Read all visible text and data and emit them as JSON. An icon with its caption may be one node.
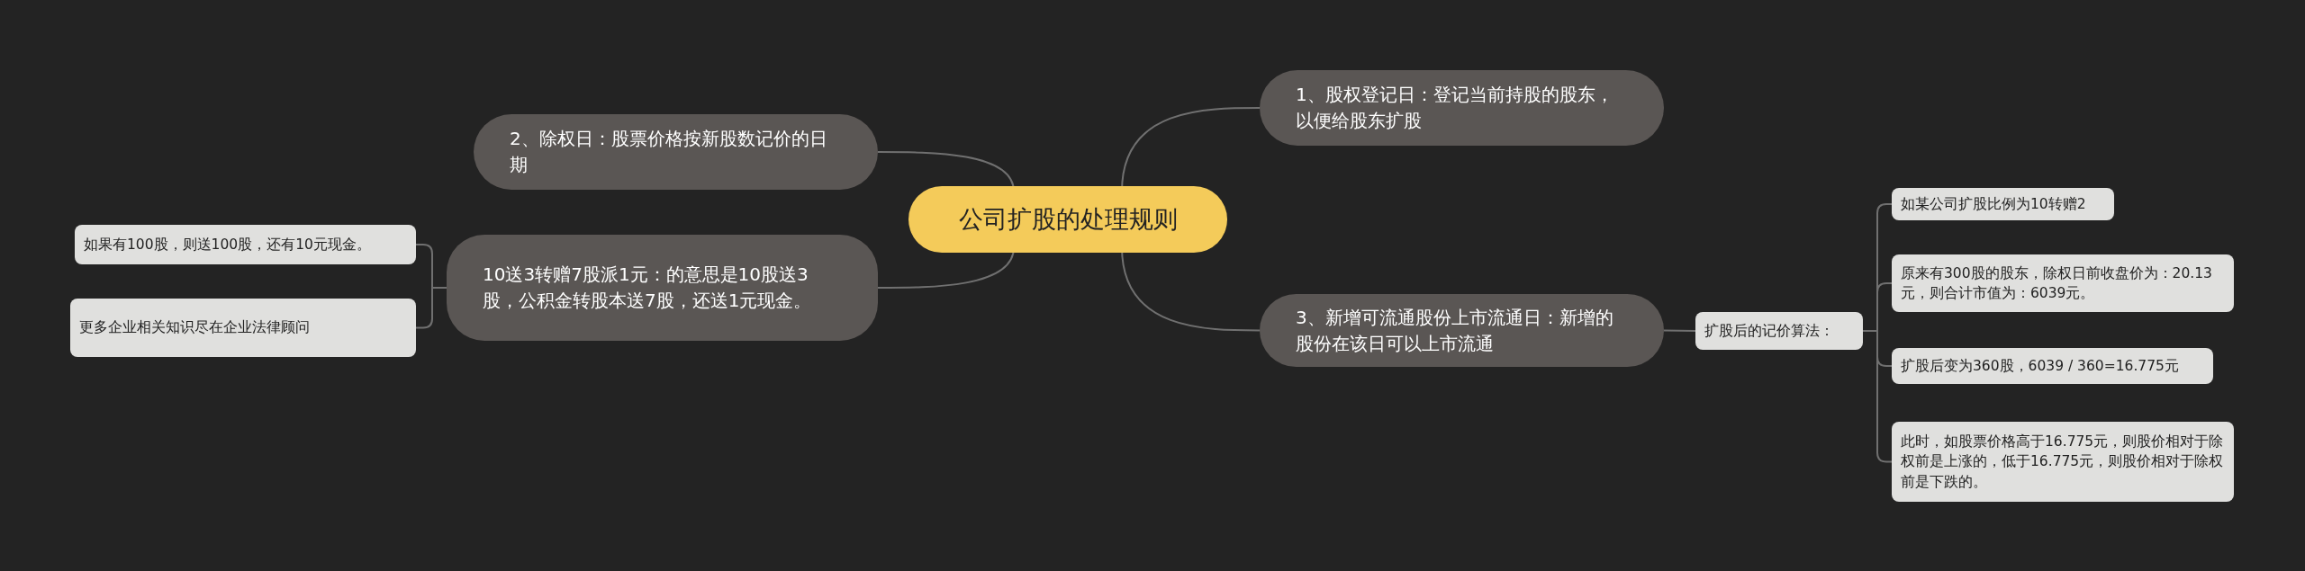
{
  "diagram": {
    "nodes": [
      {
        "text": [
          "公司扩股的处理规则"
        ]
      },
      {
        "text": [
          "1、股权登记日：登记当前持股的股东，以便给股东扩股"
        ]
      },
      {
        "text": [
          "2、除权日：股票价格按新股数记价的日期"
        ]
      },
      {
        "text": [
          "10送3转赠7股派1元：的意思是10股送3股，公积金转股本送7股，还送1元现金。"
        ]
      },
      {
        "text": [
          "如果有100股，则送100股，还有10元现金。"
        ]
      },
      {
        "text": [
          "更多企业相关知识尽在企业法律顾问"
        ]
      },
      {
        "text": [
          "3、新增可流通股份上市流通日：新增的股份在该日可以上市流通"
        ]
      },
      {
        "text": [
          "扩股后的记价算法："
        ]
      },
      {
        "text": [
          "如某公司扩股比例为10转赠2"
        ]
      },
      {
        "text": [
          "原来有300股的股东，除权日前收盘价为：20.13元，则合计市值为：6039元。"
        ]
      },
      {
        "text": [
          "扩股后变为360股，6039 / 360=16.775元"
        ]
      },
      {
        "text": [
          "此时，如股票价格高于16.775元，则股价相对于除权前是上涨的，低于16.775元，则股价相对于除权前是下跌的。"
        ]
      }
    ],
    "edges": [
      {
        "from": 0,
        "to": 1,
        "arrow": "none"
      },
      {
        "from": 0,
        "to": 2,
        "arrow": "none"
      },
      {
        "from": 0,
        "to": 3,
        "arrow": "none"
      },
      {
        "from": 3,
        "to": 4,
        "arrow": "none"
      },
      {
        "from": 3,
        "to": 5,
        "arrow": "none"
      },
      {
        "from": 0,
        "to": 6,
        "arrow": "none"
      },
      {
        "from": 6,
        "to": 7,
        "arrow": "none"
      },
      {
        "from": 7,
        "to": 8,
        "arrow": "none"
      },
      {
        "from": 7,
        "to": 9,
        "arrow": "none"
      },
      {
        "from": 7,
        "to": 10,
        "arrow": "none"
      },
      {
        "from": 7,
        "to": 11,
        "arrow": "none"
      }
    ]
  }
}
